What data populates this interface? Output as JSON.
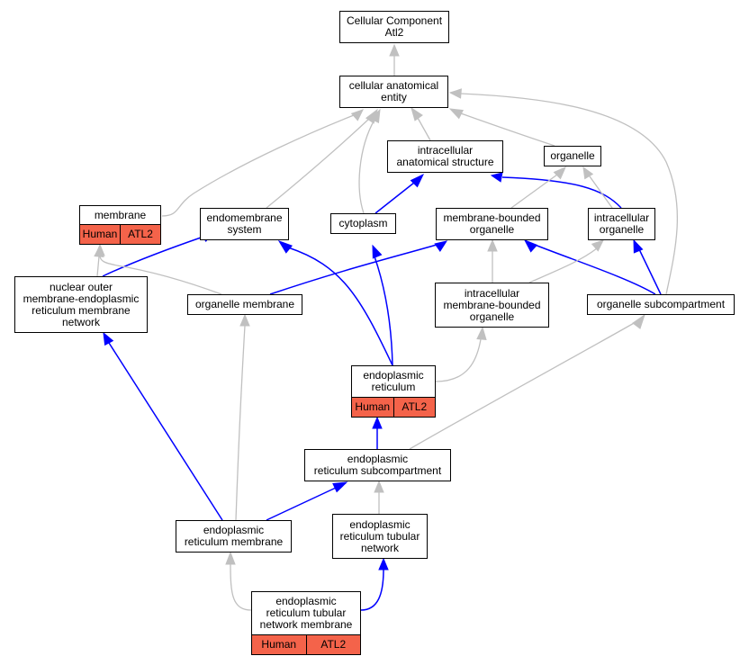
{
  "colors": {
    "is_a_edge": "#c0c0c0",
    "part_of_edge": "#0000ff",
    "annotation_fill": "#f4634a",
    "node_border": "#000000"
  },
  "nodes": {
    "root": {
      "label": "Cellular Component\nAtl2"
    },
    "cellular_anatomical_entity": {
      "label": "cellular anatomical\nentity"
    },
    "intracellular_anatomical_structure": {
      "label": "intracellular\nanatomical structure"
    },
    "organelle": {
      "label": "organelle"
    },
    "membrane": {
      "label": "membrane",
      "annotation": [
        "Human",
        "ATL2"
      ]
    },
    "endomembrane_system": {
      "label": "endomembrane\nsystem"
    },
    "cytoplasm": {
      "label": "cytoplasm"
    },
    "membrane_bounded_organelle": {
      "label": "membrane-bounded\norganelle"
    },
    "intracellular_organelle": {
      "label": "intracellular\norganelle"
    },
    "nuclear_outer_membrane_er_membrane_network": {
      "label": "nuclear outer\nmembrane-endoplasmic\nreticulum membrane\nnetwork"
    },
    "organelle_membrane": {
      "label": "organelle membrane"
    },
    "intracellular_membrane_bounded_organelle": {
      "label": "intracellular\nmembrane-bounded\norganelle"
    },
    "organelle_subcompartment": {
      "label": "organelle subcompartment"
    },
    "endoplasmic_reticulum": {
      "label": "endoplasmic\nreticulum",
      "annotation": [
        "Human",
        "ATL2"
      ]
    },
    "er_subcompartment": {
      "label": "endoplasmic\nreticulum subcompartment"
    },
    "er_membrane": {
      "label": "endoplasmic\nreticulum membrane"
    },
    "er_tubular_network": {
      "label": "endoplasmic\nreticulum tubular\nnetwork"
    },
    "er_tubular_network_membrane": {
      "label": "endoplasmic\nreticulum tubular\nnetwork membrane",
      "annotation": [
        "Human",
        "ATL2"
      ]
    }
  },
  "edges": [
    {
      "from": "cellular_anatomical_entity",
      "to": "root",
      "relation": "is_a"
    },
    {
      "from": "intracellular_anatomical_structure",
      "to": "cellular_anatomical_entity",
      "relation": "is_a"
    },
    {
      "from": "organelle",
      "to": "cellular_anatomical_entity",
      "relation": "is_a"
    },
    {
      "from": "membrane",
      "to": "cellular_anatomical_entity",
      "relation": "is_a"
    },
    {
      "from": "endomembrane_system",
      "to": "cellular_anatomical_entity",
      "relation": "is_a"
    },
    {
      "from": "cytoplasm",
      "to": "cellular_anatomical_entity",
      "relation": "is_a"
    },
    {
      "from": "organelle_subcompartment",
      "to": "cellular_anatomical_entity",
      "relation": "is_a"
    },
    {
      "from": "cytoplasm",
      "to": "intracellular_anatomical_structure",
      "relation": "part_of"
    },
    {
      "from": "intracellular_organelle",
      "to": "intracellular_anatomical_structure",
      "relation": "part_of"
    },
    {
      "from": "membrane_bounded_organelle",
      "to": "organelle",
      "relation": "is_a"
    },
    {
      "from": "intracellular_organelle",
      "to": "organelle",
      "relation": "is_a"
    },
    {
      "from": "nuclear_outer_membrane_er_membrane_network",
      "to": "endomembrane_system",
      "relation": "part_of"
    },
    {
      "from": "endoplasmic_reticulum",
      "to": "endomembrane_system",
      "relation": "part_of"
    },
    {
      "from": "organelle_membrane",
      "to": "membrane",
      "relation": "is_a"
    },
    {
      "from": "nuclear_outer_membrane_er_membrane_network",
      "to": "membrane",
      "relation": "is_a"
    },
    {
      "from": "organelle_membrane",
      "to": "membrane_bounded_organelle",
      "relation": "part_of"
    },
    {
      "from": "intracellular_membrane_bounded_organelle",
      "to": "membrane_bounded_organelle",
      "relation": "is_a"
    },
    {
      "from": "organelle_subcompartment",
      "to": "membrane_bounded_organelle",
      "relation": "part_of"
    },
    {
      "from": "intracellular_membrane_bounded_organelle",
      "to": "intracellular_organelle",
      "relation": "is_a"
    },
    {
      "from": "organelle_subcompartment",
      "to": "intracellular_organelle",
      "relation": "part_of"
    },
    {
      "from": "endoplasmic_reticulum",
      "to": "cytoplasm",
      "relation": "part_of"
    },
    {
      "from": "endoplasmic_reticulum",
      "to": "intracellular_membrane_bounded_organelle",
      "relation": "is_a"
    },
    {
      "from": "er_subcompartment",
      "to": "endoplasmic_reticulum",
      "relation": "part_of"
    },
    {
      "from": "er_subcompartment",
      "to": "organelle_subcompartment",
      "relation": "is_a"
    },
    {
      "from": "er_membrane",
      "to": "nuclear_outer_membrane_er_membrane_network",
      "relation": "part_of"
    },
    {
      "from": "er_membrane",
      "to": "organelle_membrane",
      "relation": "is_a"
    },
    {
      "from": "er_membrane",
      "to": "er_subcompartment",
      "relation": "part_of"
    },
    {
      "from": "er_tubular_network",
      "to": "er_subcompartment",
      "relation": "is_a"
    },
    {
      "from": "er_tubular_network_membrane",
      "to": "er_membrane",
      "relation": "is_a"
    },
    {
      "from": "er_tubular_network_membrane",
      "to": "er_tubular_network",
      "relation": "part_of"
    }
  ]
}
